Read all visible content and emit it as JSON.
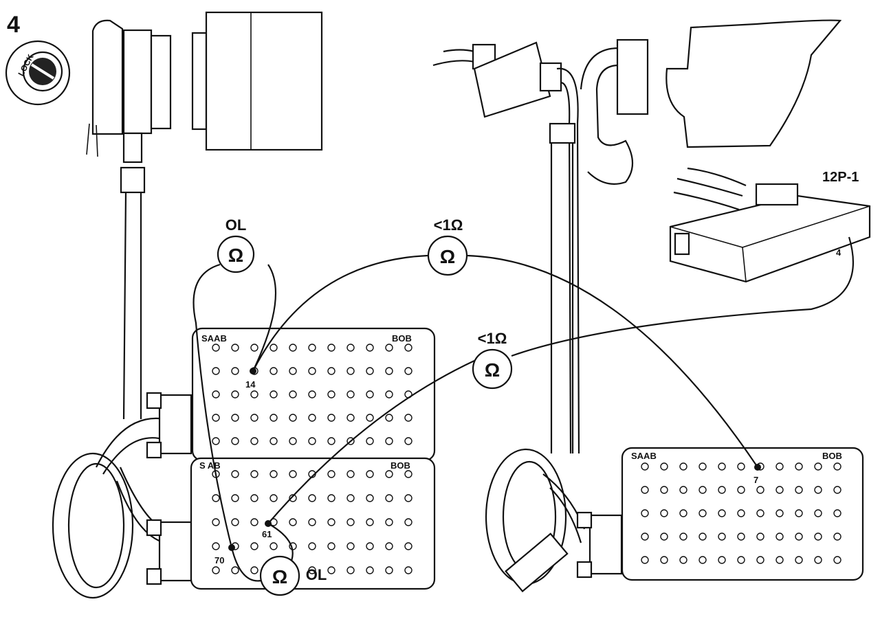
{
  "figure_number": "4",
  "lock_label": "LOCK",
  "connector_label": "12P-1",
  "connector_pin_label": "4",
  "breakout_boxes": [
    {
      "brand": "SAAB",
      "model": "BOB"
    },
    {
      "brand": "S  AB",
      "model": "BOB"
    },
    {
      "brand": "SAAB",
      "model": "BOB"
    }
  ],
  "pins": {
    "p14": "14",
    "p61": "61",
    "p70": "70",
    "p7": "7"
  },
  "meters": [
    {
      "symbol": "Ω",
      "reading": "OL"
    },
    {
      "symbol": "Ω",
      "reading": "<1Ω"
    },
    {
      "symbol": "Ω",
      "reading": "<1Ω"
    },
    {
      "symbol": "Ω",
      "reading": "OL"
    }
  ],
  "colors": {
    "ink": "#111111",
    "paper": "#ffffff"
  }
}
